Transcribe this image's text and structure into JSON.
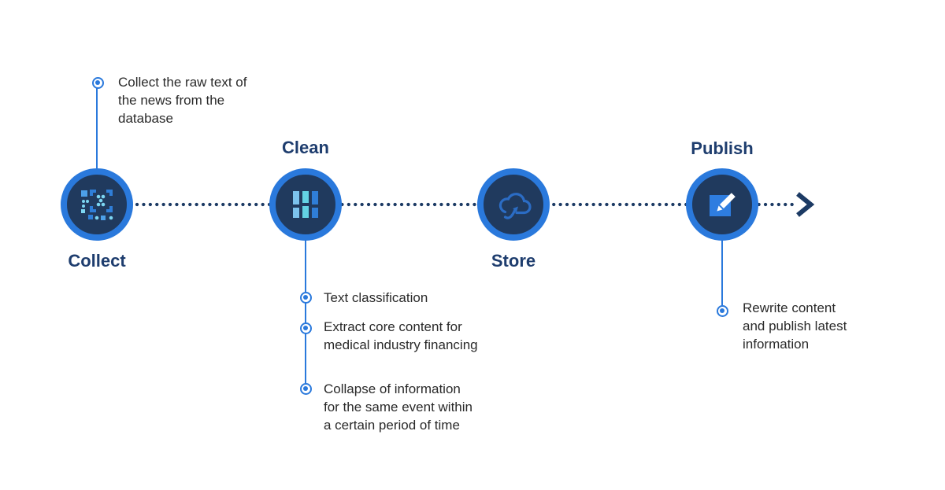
{
  "diagram": {
    "stages": [
      {
        "label": "Collect",
        "icon": "qr-scan-icon",
        "note": "Collect the raw text of\nthe news from the\ndatabase"
      },
      {
        "label": "Clean",
        "icon": "filter-columns-icon",
        "notes": [
          "Text classification",
          "Extract core content for\nmedical industry financing",
          "Collapse of information\nfor the same event within\na certain period of time"
        ]
      },
      {
        "label": "Store",
        "icon": "cloud-upload-icon"
      },
      {
        "label": "Publish",
        "icon": "edit-pencil-icon",
        "note": "Rewrite content\nand publish latest\ninformation"
      }
    ],
    "colors": {
      "ring_blue": "#2a79dc",
      "node_navy": "#203a5e",
      "label_navy": "#1e3d6e",
      "dotted_line_navy": "#1c3a64",
      "icon_royal_blue": "#2f7ed8",
      "icon_light_blue": "#7cc3ee",
      "icon_cyan": "#63d2e4",
      "body_text": "#2a2a2a"
    }
  }
}
